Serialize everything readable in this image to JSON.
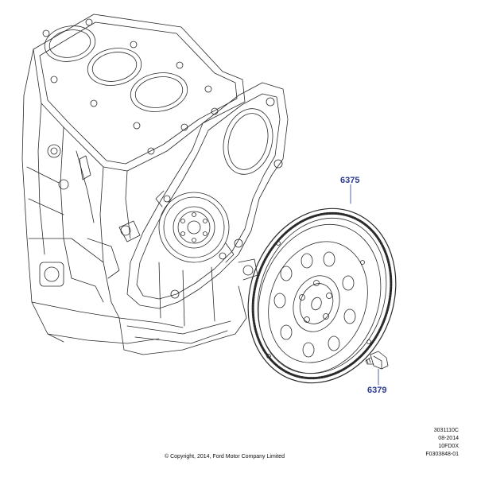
{
  "callouts": {
    "flywheel": "6375",
    "bolt": "6379"
  },
  "meta": {
    "line1": "3031110C",
    "line2": "08-2014",
    "line3": "10FD0X",
    "line4": "F0303848-01"
  },
  "copyright": "© Copyright, 2014, Ford Motor Company Limited",
  "colors": {
    "line": "#2a2a2a",
    "callout": "#2b3a8f",
    "background": "#ffffff"
  }
}
